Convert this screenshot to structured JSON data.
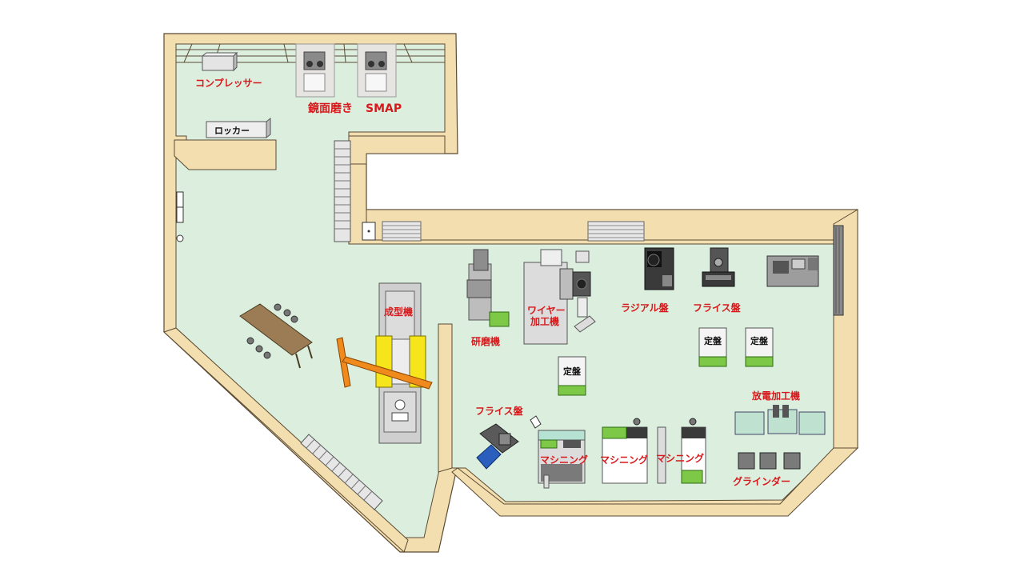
{
  "colors": {
    "wall": "#f3deb0",
    "wall_stroke": "#5a4a33",
    "floor": "#dcefdf",
    "label": "#d7191c",
    "machine_gray": "#c9c9c9",
    "machine_dark": "#3a3a3a",
    "accent_green": "#7ec848",
    "accent_yellow": "#f5e51a",
    "accent_orange": "#f08a1c",
    "table_brown": "#9b7c55"
  },
  "labels": {
    "compressor": "コンプレッサー",
    "mirror_polish": "鏡面磨き",
    "smap": "SMAP",
    "locker": "ロッカー",
    "molding_machine": "成型機",
    "grinding_machine": "研磨機",
    "wire_edm_line1": "ワイヤー",
    "wire_edm_line2": "加工機",
    "radial_drill": "ラジアル盤",
    "milling_right": "フライス盤",
    "surface_plate_1": "定盤",
    "surface_plate_2": "定盤",
    "surface_plate_3": "定盤",
    "edm": "放電加工機",
    "milling_left": "フライス盤",
    "machining_1": "マシニング",
    "machining_2": "マシニング",
    "machining_3": "マシニング",
    "grinder": "グラインダー"
  }
}
